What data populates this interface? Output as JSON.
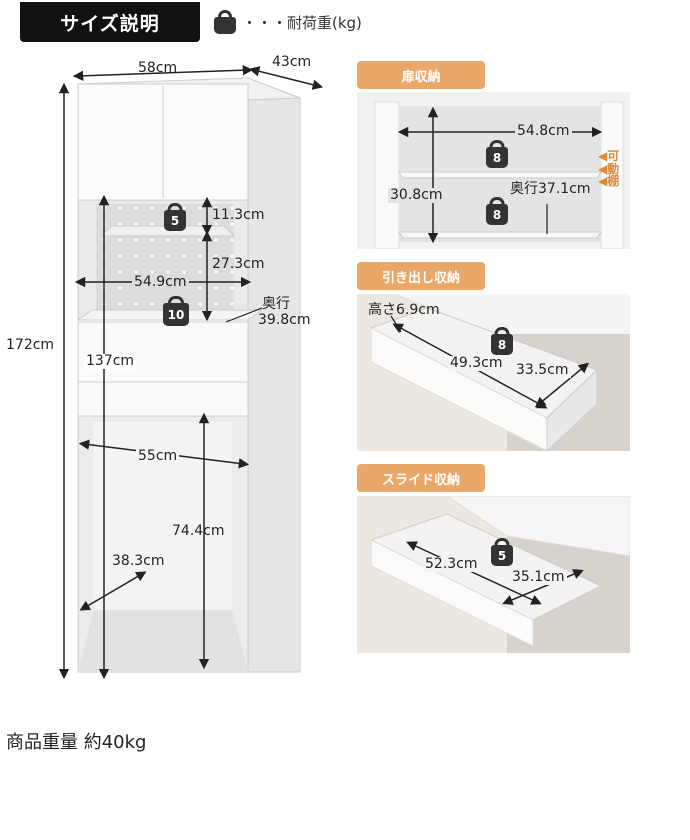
{
  "header": {
    "title": "サイズ説明",
    "legend_text": "・・・耐荷重(kg)"
  },
  "main_diagram": {
    "width": "58cm",
    "depth": "43cm",
    "total_height": "172cm",
    "lower_height": "137cm",
    "shelf_gap": "11.3cm",
    "shelf_load": "5",
    "open_height": "27.3cm",
    "open_width": "54.9cm",
    "counter_load": "10",
    "counter_depth_label": "奥行",
    "counter_depth": "39.8cm",
    "base_width": "55cm",
    "base_height": "74.4cm",
    "base_depth": "38.3cm"
  },
  "door_storage": {
    "label": "扉収納",
    "width": "54.8cm",
    "height": "30.8cm",
    "depth": "奥行37.1cm",
    "load_top": "8",
    "load_bottom": "8",
    "movable_shelf": [
      "可",
      "動",
      "棚"
    ]
  },
  "drawer_storage": {
    "label": "引き出し収納",
    "height": "高さ6.9cm",
    "width": "49.3cm",
    "depth": "33.5cm",
    "load": "8"
  },
  "slide_storage": {
    "label": "スライド収納",
    "width": "52.3cm",
    "depth": "35.1cm",
    "load": "5"
  },
  "footer": {
    "weight_text": "商品重量 約40kg"
  }
}
